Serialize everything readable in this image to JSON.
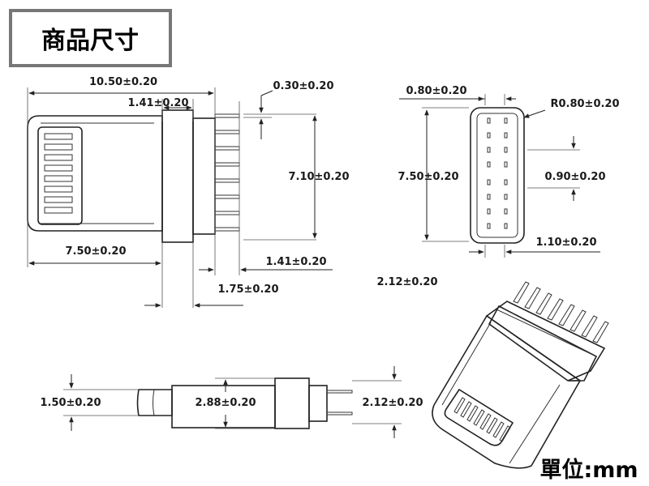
{
  "title": "商品尺寸",
  "unit_label": "單位:mm",
  "dimensions": {
    "front_total_length": "10.50±0.20",
    "front_body_length": "7.50±0.20",
    "front_flange_width": "1.41±0.20",
    "front_pin_pitch": "0.30±0.20",
    "front_pin_span": "7.10±0.20",
    "front_pin_length": "1.41±0.20",
    "front_tail_length": "1.75±0.20",
    "end_pad_width": "0.80±0.20",
    "end_corner_radius": "R0.80±0.20",
    "end_height": "7.50±0.20",
    "end_pin_gap": "0.90±0.20",
    "end_bottom_width": "1.10±0.20",
    "mid_label": "2.12±0.20",
    "side_tip_thickness": "1.50±0.20",
    "side_body_thickness": "2.88±0.20",
    "side_pin_spread": "2.12±0.20"
  }
}
